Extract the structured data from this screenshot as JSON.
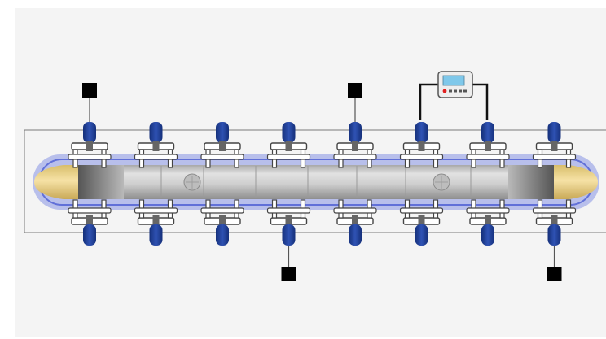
{
  "diagram": {
    "title": "",
    "colors": {
      "background": "#f4f4f4",
      "outline": "#7a7a7a",
      "lift_unit": "#1f3d8f",
      "vessel_glow": "#6f7fe0",
      "vessel_body": "#c6c6c6",
      "vessel_end_caps": "#f1d690",
      "sensor_box": "#000000",
      "wire": "#111111",
      "controller_body": "#eeeeee",
      "controller_screen": "#7fc8ea",
      "controller_led": "#e02020"
    },
    "lift_units": {
      "count": 8,
      "rows": [
        "top",
        "bottom"
      ]
    },
    "sensors": [
      {
        "name": "sensor-top-1",
        "side": "top",
        "unit_index": 0
      },
      {
        "name": "sensor-top-2",
        "side": "top",
        "unit_index": 4
      },
      {
        "name": "sensor-bottom-1",
        "side": "bottom",
        "unit_index": 3
      },
      {
        "name": "sensor-bottom-2",
        "side": "bottom",
        "unit_index": 7
      }
    ],
    "controller": {
      "icon": "control-panel-icon",
      "connects_units": [
        5,
        6
      ]
    }
  }
}
